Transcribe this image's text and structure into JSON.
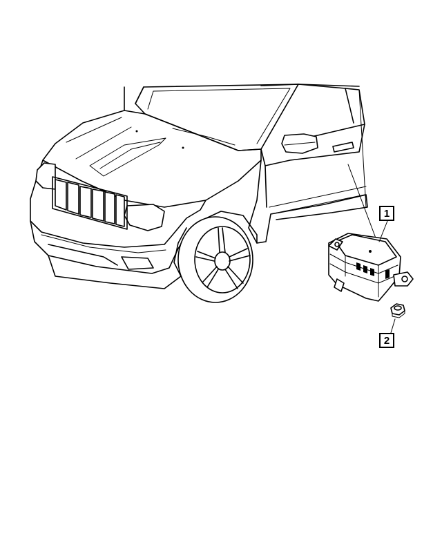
{
  "callouts": [
    {
      "label": "1"
    },
    {
      "label": "2"
    }
  ],
  "parts": [
    {
      "callout": "1",
      "icon": "sensor-module-icon"
    },
    {
      "callout": "2",
      "icon": "hex-nut-icon"
    }
  ]
}
